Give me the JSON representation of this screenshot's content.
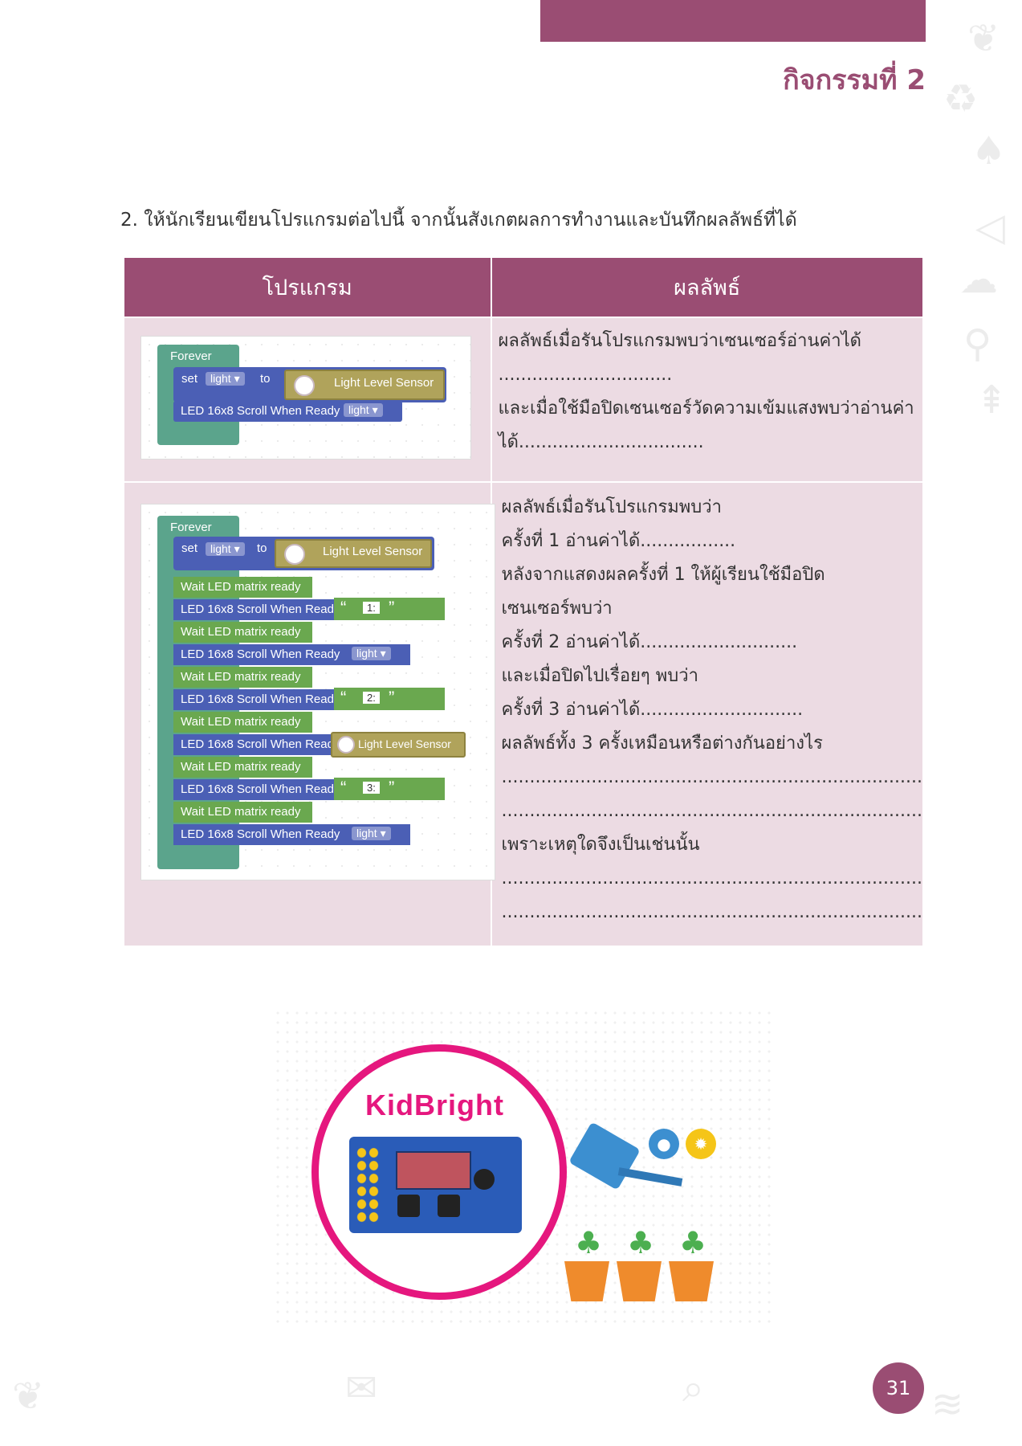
{
  "header": {
    "activity_title": "กิจกรรมที่ 2"
  },
  "question": "2.   ให้นักเรียนเขียนโปรแกรมต่อไปนี้ จากนั้นสังเกตผลการทำงานและบันทึกผลลัพธ์ที่ได้",
  "table": {
    "col_program": "โปรแกรม",
    "col_result": "ผลลัพธ์",
    "row1_result": [
      "ผลลัพธ์เมื่อรันโปรแกรมพบว่าเซนเซอร์อ่านค่าได้",
      "...............................",
      "และเมื่อใช้มือปิดเซนเซอร์วัดความเข้มแสงพบว่าอ่านค่า",
      "ได้................................."
    ],
    "row2_result": [
      "ผลลัพธ์เมื่อรันโปรแกรมพบว่า",
      "ครั้งที่ 1 อ่านค่าได้.................",
      "หลังจากแสดงผลครั้งที่ 1 ให้ผู้เรียนใช้มือปิด",
      "เซนเซอร์พบว่า",
      "ครั้งที่ 2 อ่านค่าได้............................",
      "และเมื่อปิดไปเรื่อยๆ พบว่า",
      "ครั้งที่ 3 อ่านค่าได้.............................",
      "ผลลัพธ์ทั้ง 3 ครั้งเหมือนหรือต่างกันอย่างไร",
      "...........................................................................",
      "...........................................................................",
      "เพราะเหตุใดจึงเป็นเช่นนั้น",
      "...........................................................................",
      "..........................................................................."
    ]
  },
  "blocks": {
    "forever": "Forever",
    "set": "set",
    "var": "light",
    "to": "to",
    "sensor": "Light Level Sensor",
    "led_scroll": "LED 16x8 Scroll When Ready",
    "wait": "Wait LED matrix ready",
    "str1": "1:",
    "str2": "2:",
    "str3": "3:",
    "quote_open": "“",
    "quote_close": "”"
  },
  "logo": "KidBright",
  "page_number": "31",
  "colors": {
    "accent": "#9a4d73",
    "cell_bg": "#ecdbe3"
  }
}
